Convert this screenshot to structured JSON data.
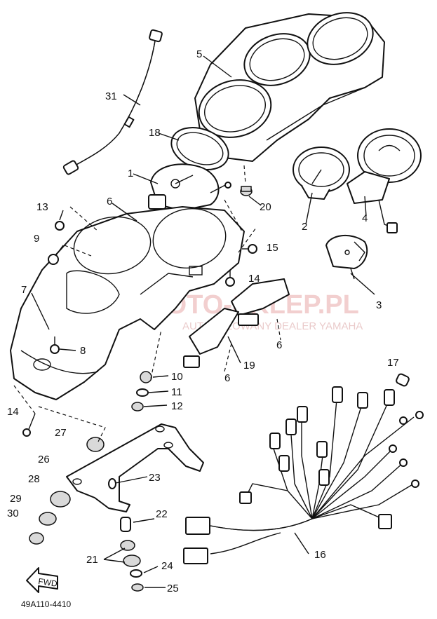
{
  "callouts": [
    {
      "id": "c1",
      "label": "1"
    },
    {
      "id": "c2",
      "label": "2"
    },
    {
      "id": "c3",
      "label": "3"
    },
    {
      "id": "c4",
      "label": "4"
    },
    {
      "id": "c5",
      "label": "5"
    },
    {
      "id": "c6",
      "label": "6"
    },
    {
      "id": "c7",
      "label": "7"
    },
    {
      "id": "c8",
      "label": "8"
    },
    {
      "id": "c9",
      "label": "9"
    },
    {
      "id": "c10",
      "label": "10"
    },
    {
      "id": "c11",
      "label": "11"
    },
    {
      "id": "c12",
      "label": "12"
    },
    {
      "id": "c13",
      "label": "13"
    },
    {
      "id": "c14a",
      "label": "14"
    },
    {
      "id": "c14b",
      "label": "14"
    },
    {
      "id": "c15",
      "label": "15"
    },
    {
      "id": "c16",
      "label": "16"
    },
    {
      "id": "c17",
      "label": "17"
    },
    {
      "id": "c18",
      "label": "18"
    },
    {
      "id": "c19",
      "label": "19"
    },
    {
      "id": "c20",
      "label": "20"
    },
    {
      "id": "c21",
      "label": "21"
    },
    {
      "id": "c22",
      "label": "22"
    },
    {
      "id": "c23",
      "label": "23"
    },
    {
      "id": "c24",
      "label": "24"
    },
    {
      "id": "c25",
      "label": "25"
    },
    {
      "id": "c26",
      "label": "26"
    },
    {
      "id": "c27",
      "label": "27"
    },
    {
      "id": "c28",
      "label": "28"
    },
    {
      "id": "c29",
      "label": "29"
    },
    {
      "id": "c30",
      "label": "30"
    },
    {
      "id": "c31",
      "label": "31"
    },
    {
      "id": "c6a",
      "label": "6"
    },
    {
      "id": "c6b",
      "label": "6"
    }
  ],
  "fwd_label": "FWD",
  "diagram_code": "49A110-4410",
  "watermark": {
    "main": "MOTO-SKLEP.PL",
    "sub": "AUTORYZOWANY DEALER YAMAHA"
  }
}
